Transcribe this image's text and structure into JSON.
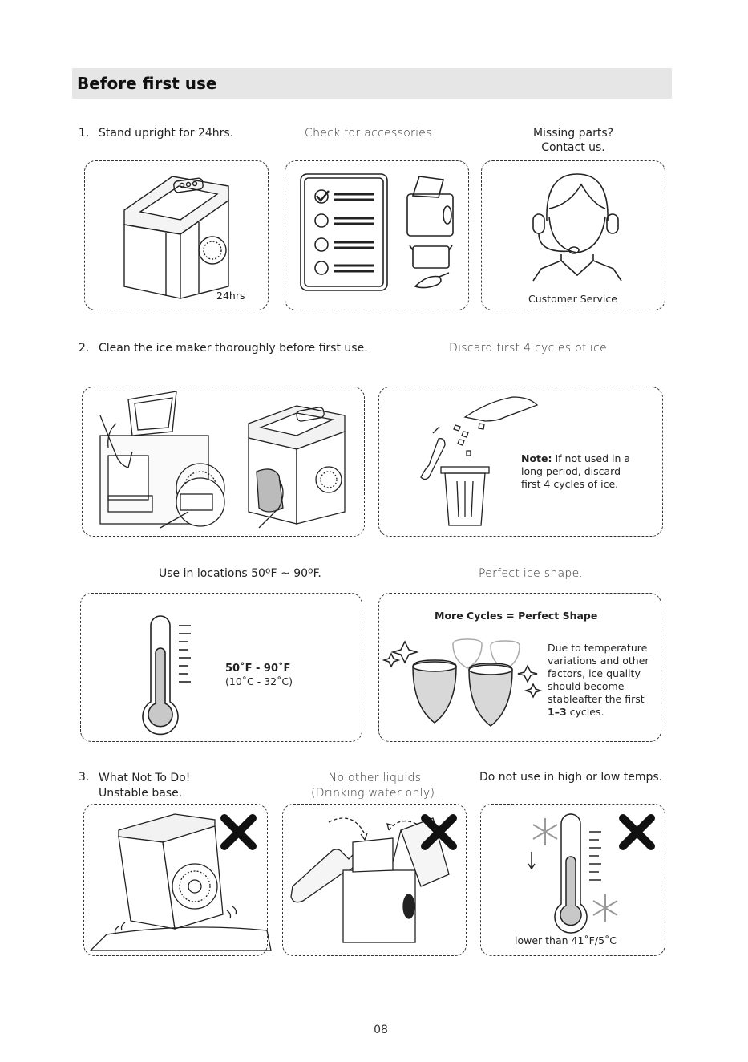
{
  "header": {
    "title": "Before first use"
  },
  "step1": {
    "number": "1.",
    "col1": "Stand upright for 24hrs.",
    "col2": "Check for accessories.",
    "col3_line1": "Missing parts?",
    "col3_line2": "Contact us.",
    "box1_label": "24hrs",
    "box3_label": "Customer Service"
  },
  "step2": {
    "number": "2.",
    "col1": "Clean the ice maker thoroughly before first use.",
    "col2": "Discard first 4 cycles of ice.",
    "note_label": "Note:",
    "note_line1": " If not used in a",
    "note_line2": "long period, discard",
    "note_line3": "first 4 cycles of ice."
  },
  "step2b": {
    "col1": "Use in locations 50ºF ~ 90ºF.",
    "col2": "Perfect ice shape.",
    "temp_f": "50˚F - 90˚F",
    "temp_c": "(10˚C - 32˚C)",
    "shape_title": "More Cycles = Perfect Shape",
    "shape_line1": "Due to temperature",
    "shape_line2": "variations and other",
    "shape_line3": "factors, ice quality",
    "shape_line4": "should become",
    "shape_line5": "stableafter the first",
    "shape_line6_bold": "1–3",
    "shape_line6_rest": " cycles."
  },
  "step3": {
    "number": "3.",
    "col1_line1": "What Not To Do!",
    "col1_line2": "Unstable base.",
    "col2_line1": "No other liquids",
    "col2_line2": "(Drinking water only).",
    "col3": "Do not use in high or low temps.",
    "box3_label": "lower than 41˚F/5˚C"
  },
  "footer": {
    "page_number": "08"
  }
}
